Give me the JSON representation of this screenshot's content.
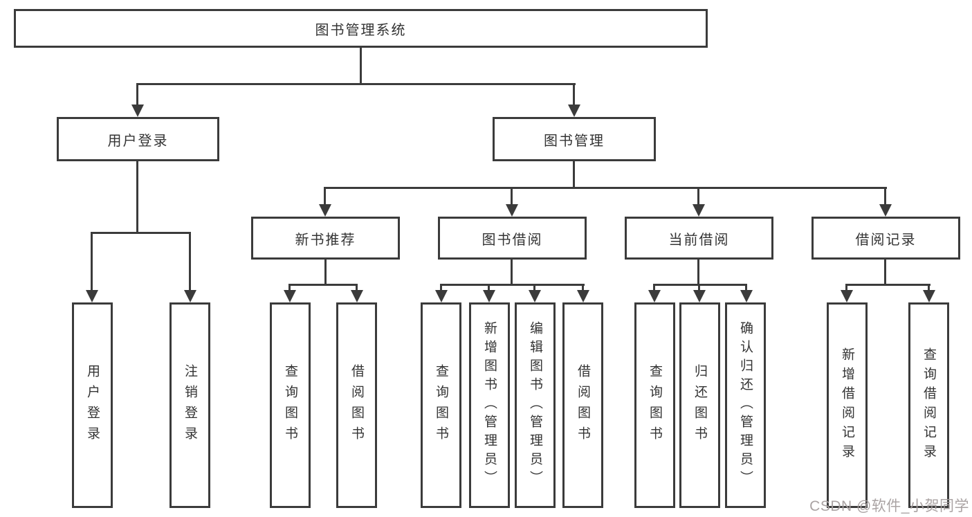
{
  "diagram": {
    "root": "图书管理系统",
    "level2": [
      "用户登录",
      "图书管理"
    ],
    "level3": [
      "新书推荐",
      "图书借阅",
      "当前借阅",
      "借阅记录"
    ],
    "leaves": {
      "user_login": [
        "用户登录",
        "注销登录"
      ],
      "new_books": [
        "查询图书",
        "借阅图书"
      ],
      "book_borrow": [
        "查询图书",
        "新增图书（管理员）",
        "编辑图书（管理员）",
        "借阅图书"
      ],
      "current_borrow": [
        "查询图书",
        "归还图书",
        "确认归还（管理员）"
      ],
      "borrow_records": [
        "新增借阅记录",
        "查询借阅记录"
      ]
    }
  },
  "watermark": {
    "text": "CSDN @软件_小贺同学"
  },
  "colors": {
    "line": "#3b3b3b",
    "text": "#333333",
    "background": "#ffffff",
    "watermark": "#a59e9e"
  }
}
